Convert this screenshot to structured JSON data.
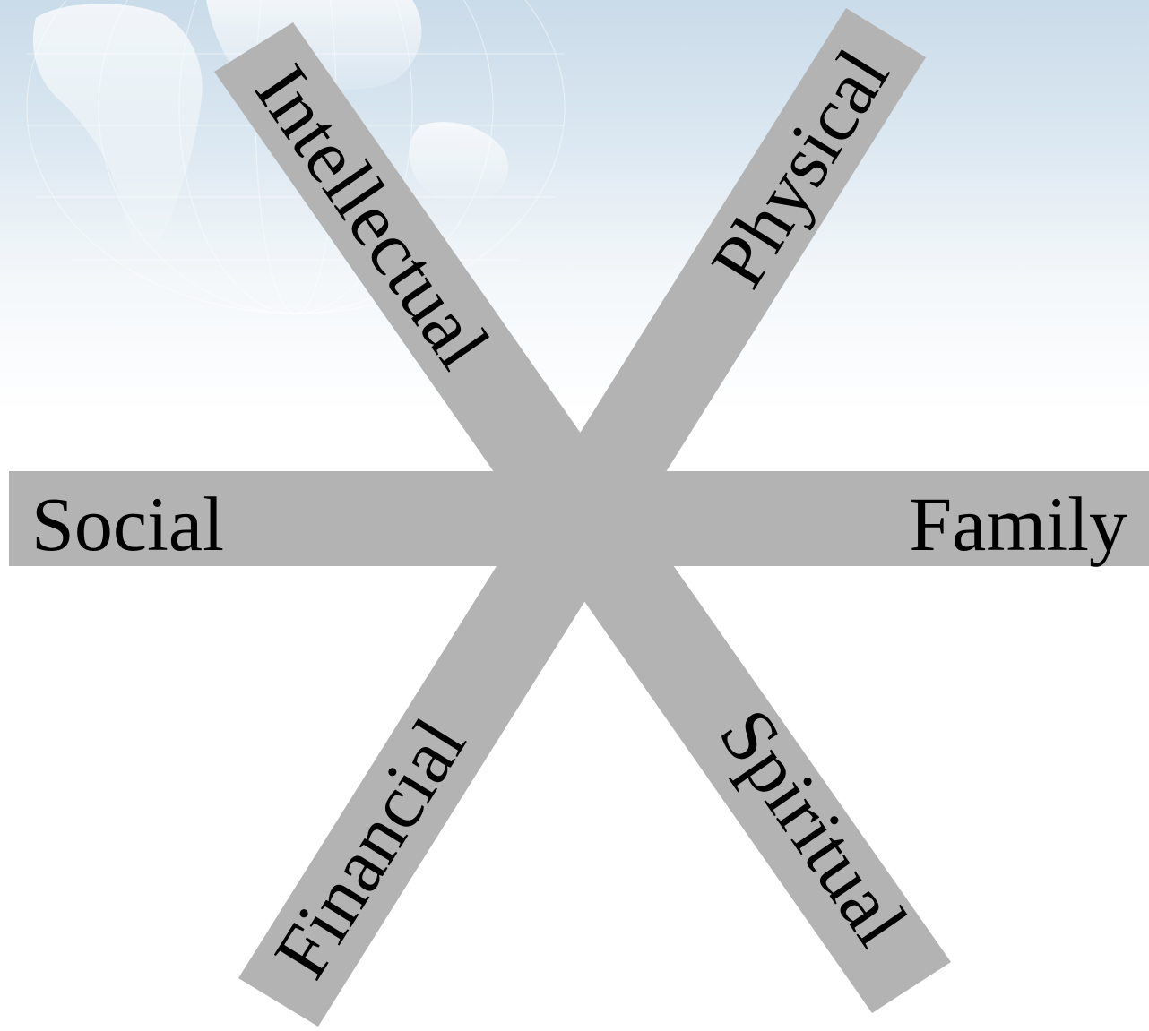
{
  "colors": {
    "bar": "#b3b3b3",
    "text": "#000000",
    "background_top": "#c9dcea",
    "background_bottom": "#ffffff"
  },
  "labels": {
    "intellectual": "Intellectual",
    "physical": "Physical",
    "social": "Social",
    "family": "Family",
    "financial": "Financial",
    "spiritual": "Spiritual"
  }
}
